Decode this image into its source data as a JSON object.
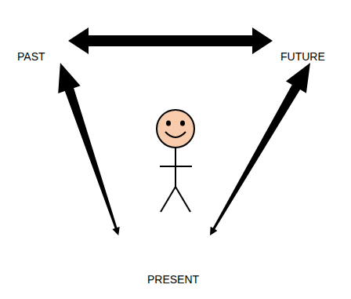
{
  "diagram": {
    "nodes": [
      {
        "text": [
          "PAST"
        ]
      },
      {
        "text": [
          "FUTURE"
        ]
      },
      {
        "text": [
          "PRESENT"
        ]
      }
    ],
    "edges": [
      {
        "from": 0,
        "to": 1,
        "arrow": "both"
      },
      {
        "from": 2,
        "to": 0,
        "arrow": "both"
      },
      {
        "from": 2,
        "to": 1,
        "arrow": "both"
      }
    ]
  }
}
